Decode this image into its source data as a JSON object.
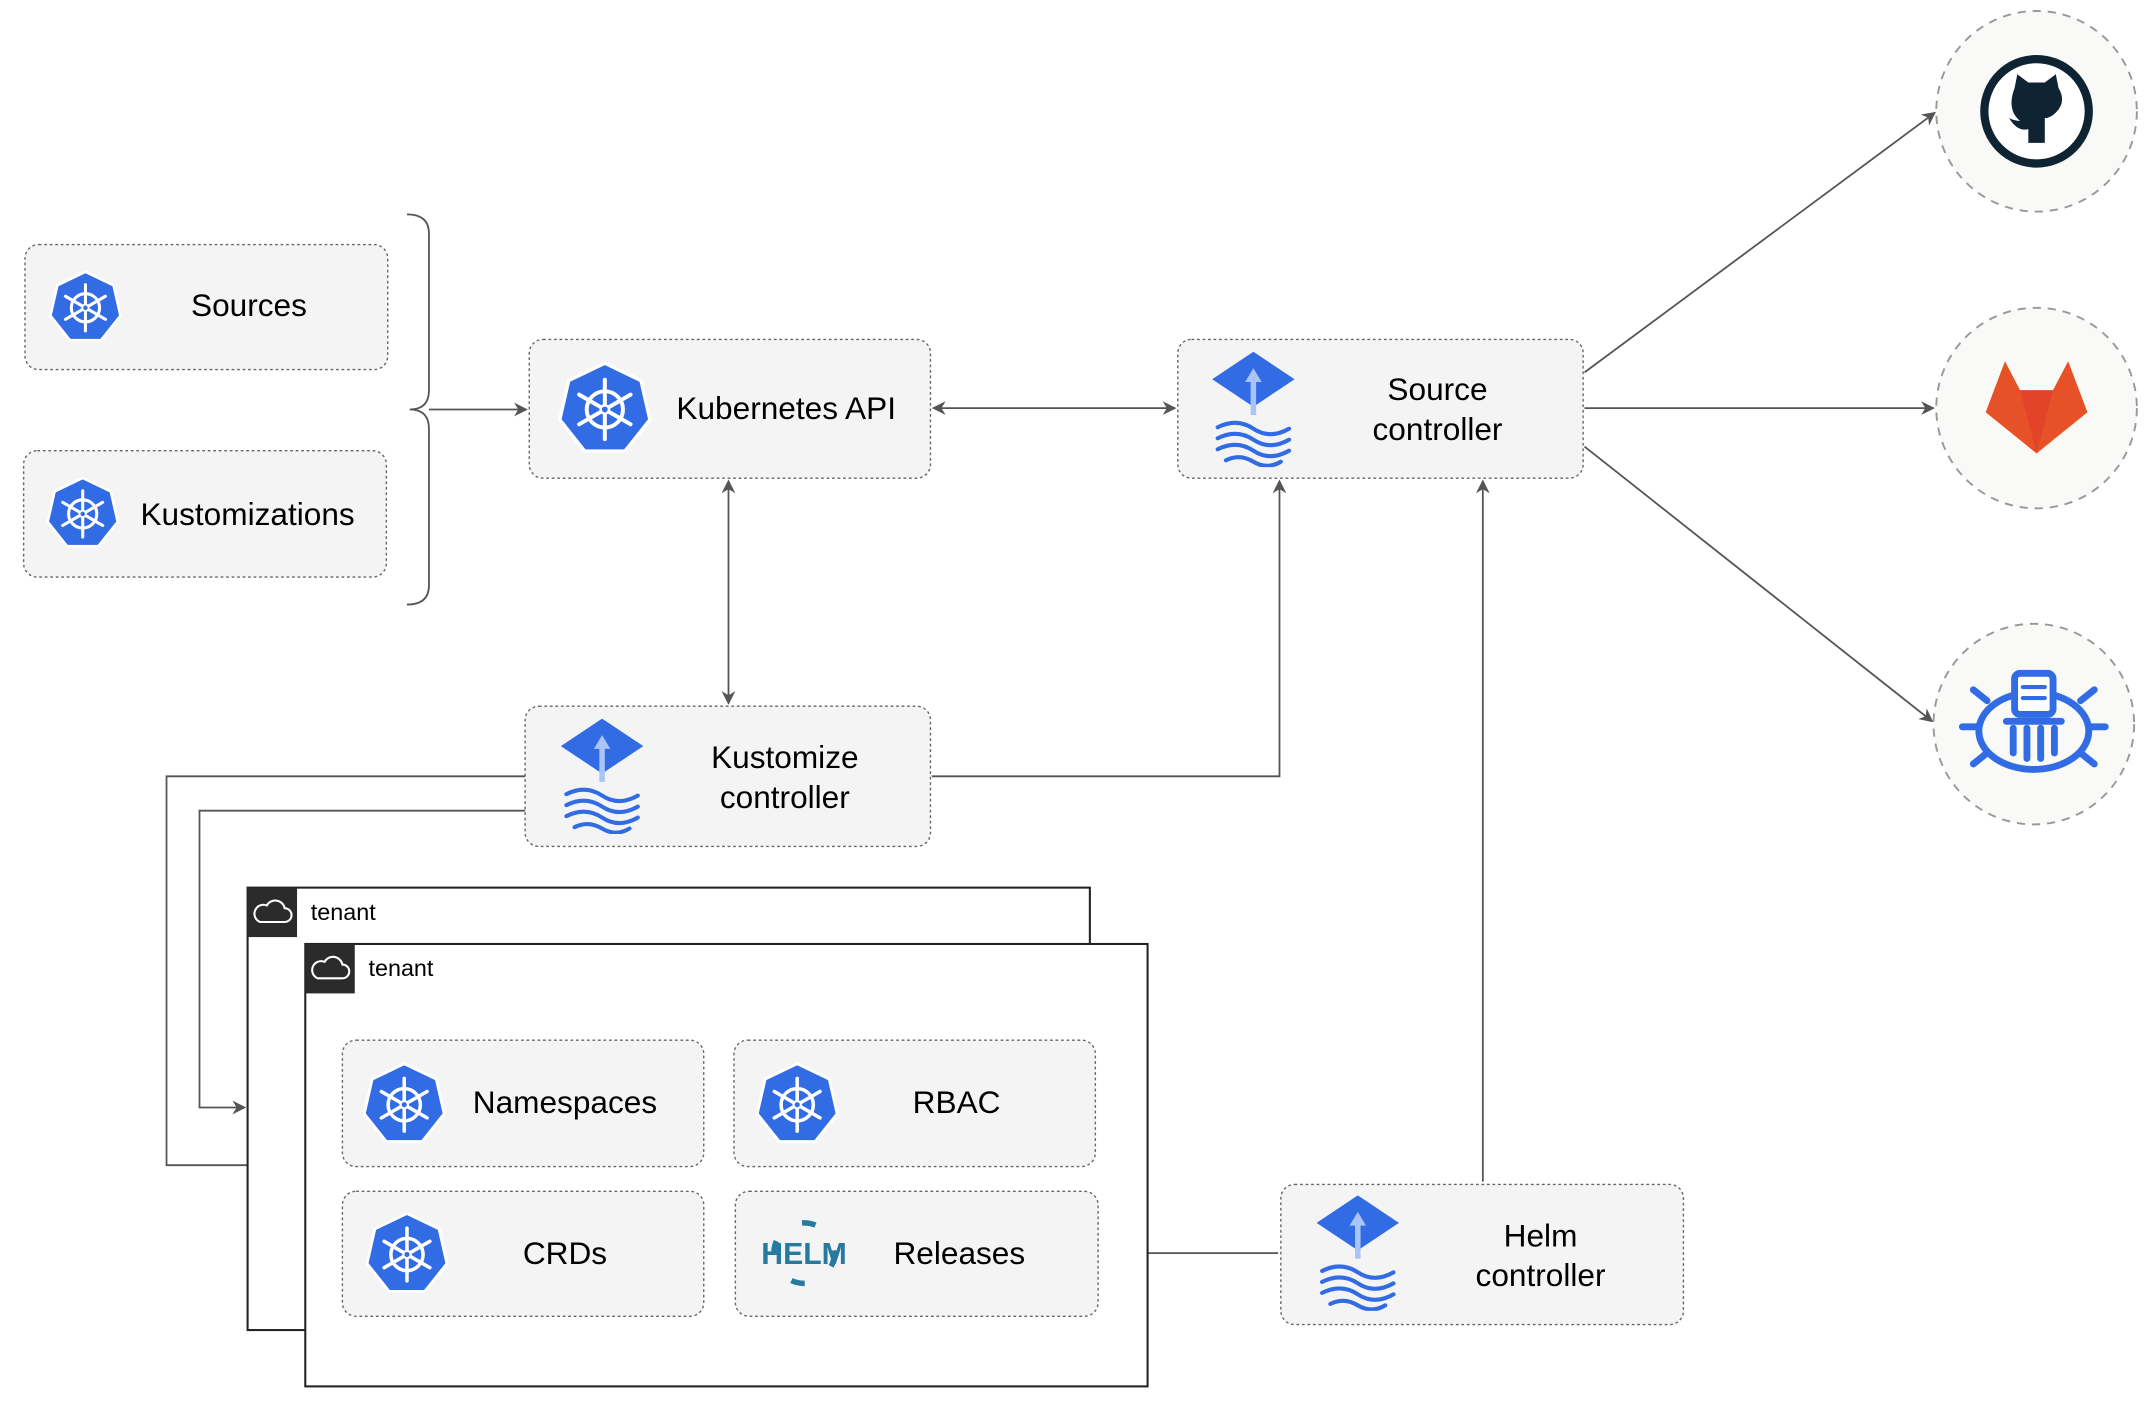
{
  "nodes": {
    "sources": "Sources",
    "kustomizations": "Kustomizations",
    "kubernetes_api": "Kubernetes API",
    "source_controller": [
      "Source",
      "controller"
    ],
    "kustomize_controller": [
      "Kustomize",
      "controller"
    ],
    "helm_controller": [
      "Helm",
      "controller"
    ],
    "namespaces": "Namespaces",
    "rbac": "RBAC",
    "crds": "CRDs",
    "releases": "Releases"
  },
  "tenants": [
    "tenant",
    "tenant"
  ],
  "helm_logo_text": "HELM",
  "external_sources": [
    "github-icon",
    "gitlab-icon",
    "bucket-icon"
  ],
  "colors": {
    "kubernetes_blue": "#326ce5",
    "gitlab_orange": "#e24329",
    "github_dark": "#0f2433",
    "edge": "#555555"
  }
}
